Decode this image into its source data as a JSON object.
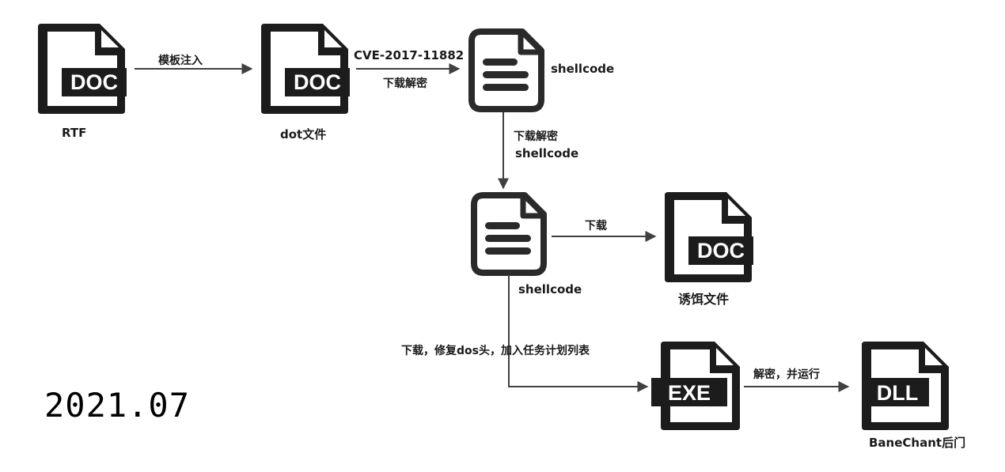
{
  "nodes": {
    "rtf": {
      "badge": "DOC",
      "label": "RTF"
    },
    "dot": {
      "badge": "DOC",
      "label": "dot文件"
    },
    "shellcode1": {
      "label": "shellcode"
    },
    "shellcode2": {
      "label": "shellcode"
    },
    "decoy": {
      "badge": "DOC",
      "label": "诱饵文件"
    },
    "exe": {
      "badge": "EXE"
    },
    "dll": {
      "badge": "DLL",
      "label": "BaneChant后门"
    }
  },
  "edges": {
    "rtf_to_dot": "模板注入",
    "dot_to_sc_top": "CVE-2017-11882",
    "dot_to_sc_bottom": "下载解密",
    "sc_down_line1": "下载解密",
    "sc_down_line2": "shellcode",
    "sc_to_decoy": "下载",
    "sc_to_exe": "下载，修复dos头，加入任务计划列表",
    "exe_to_dll": "解密，并运行"
  },
  "date": "2021.07",
  "colors": {
    "icon": "#1c1c1c",
    "arrow": "#404040",
    "page": "#ffffff"
  }
}
